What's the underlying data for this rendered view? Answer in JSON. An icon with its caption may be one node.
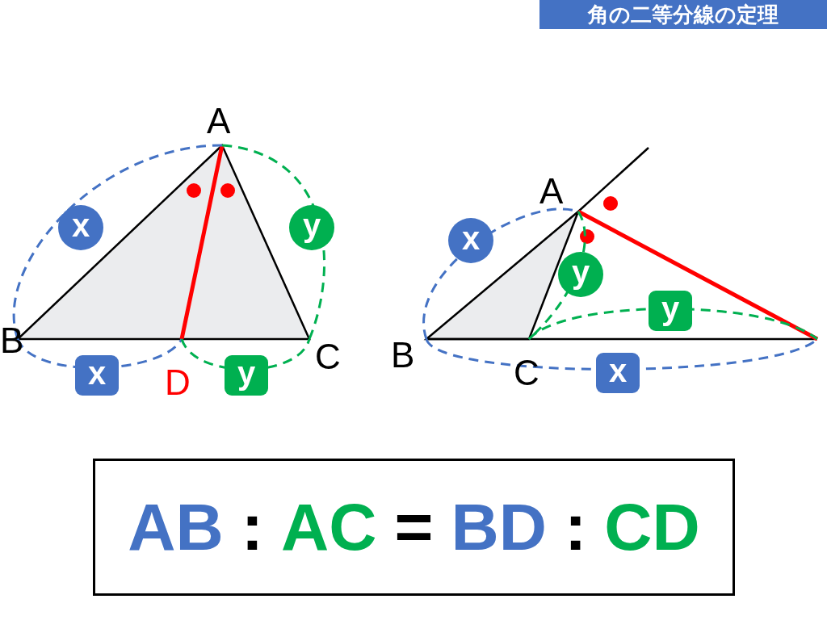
{
  "diagram": {
    "title": "角の二等分線の定理",
    "nodes": [
      {
        "text": [
          "x"
        ]
      },
      {
        "text": [
          "y"
        ]
      },
      {
        "text": [
          "x"
        ]
      },
      {
        "text": [
          "y"
        ]
      },
      {
        "text": [
          "x"
        ]
      },
      {
        "text": [
          "y"
        ]
      },
      {
        "text": [
          "y"
        ]
      },
      {
        "text": [
          "x"
        ]
      },
      {
        "text": [
          "AB",
          ":",
          "AC",
          "=",
          "BD",
          ":",
          "CD"
        ]
      }
    ],
    "labels": [
      "A",
      "B",
      "D",
      "C",
      "A",
      "B",
      "C"
    ]
  }
}
